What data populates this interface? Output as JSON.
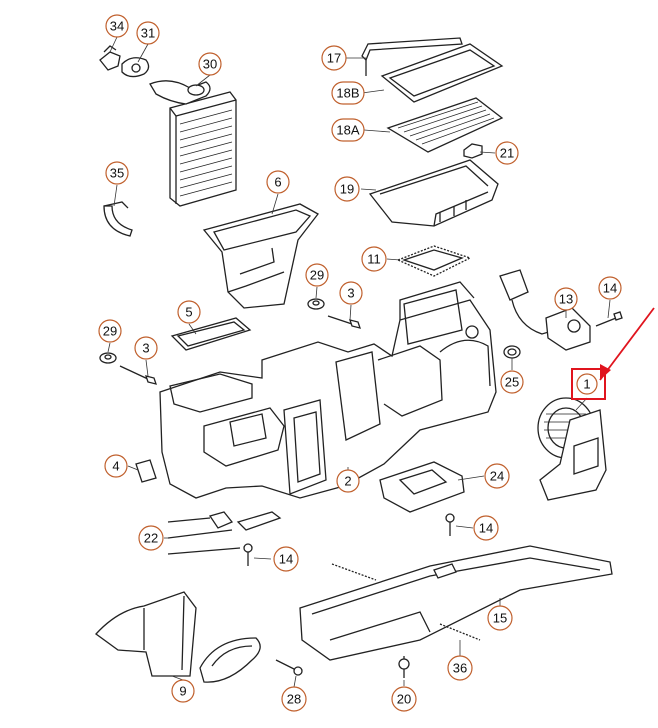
{
  "diagram": {
    "callouts": [
      {
        "id": "c34",
        "label": "34"
      },
      {
        "id": "c31",
        "label": "31"
      },
      {
        "id": "c30",
        "label": "30"
      },
      {
        "id": "c17",
        "label": "17"
      },
      {
        "id": "c18B",
        "label": "18B"
      },
      {
        "id": "c18A",
        "label": "18A"
      },
      {
        "id": "c21",
        "label": "21"
      },
      {
        "id": "c35",
        "label": "35"
      },
      {
        "id": "c6",
        "label": "6"
      },
      {
        "id": "c19",
        "label": "19"
      },
      {
        "id": "c11",
        "label": "11"
      },
      {
        "id": "c29a",
        "label": "29"
      },
      {
        "id": "c3a",
        "label": "3"
      },
      {
        "id": "c5",
        "label": "5"
      },
      {
        "id": "c13",
        "label": "13"
      },
      {
        "id": "c14a",
        "label": "14"
      },
      {
        "id": "c29b",
        "label": "29"
      },
      {
        "id": "c3b",
        "label": "3"
      },
      {
        "id": "c25",
        "label": "25"
      },
      {
        "id": "c1",
        "label": "1"
      },
      {
        "id": "c4",
        "label": "4"
      },
      {
        "id": "c2",
        "label": "2"
      },
      {
        "id": "c24",
        "label": "24"
      },
      {
        "id": "c22",
        "label": "22"
      },
      {
        "id": "c14b",
        "label": "14"
      },
      {
        "id": "c14c",
        "label": "14"
      },
      {
        "id": "c15",
        "label": "15"
      },
      {
        "id": "c36",
        "label": "36"
      },
      {
        "id": "c9",
        "label": "9"
      },
      {
        "id": "c28",
        "label": "28"
      },
      {
        "id": "c20",
        "label": "20"
      }
    ],
    "highlight": {
      "label": "1",
      "color": "#e0141e"
    },
    "accent_color": "#c0602d"
  }
}
